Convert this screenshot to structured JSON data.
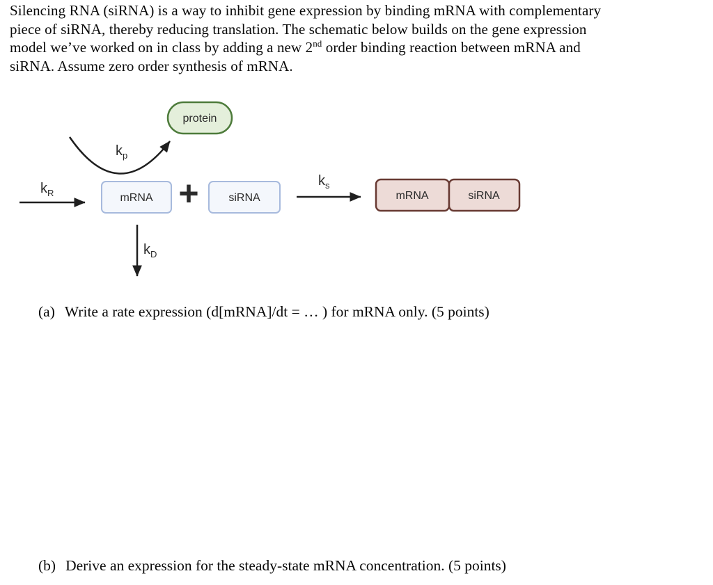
{
  "intro": {
    "line1": "Silencing RNA (siRNA) is a way to inhibit gene expression by binding mRNA with complementary",
    "line2": "piece of siRNA, thereby reducing translation. The schematic below builds on the gene expression",
    "line3_before_sup": "model we’ve worked on in class by adding a new 2",
    "line3_sup": "nd",
    "line3_after_sup": " order binding reaction between mRNA and",
    "line4": "siRNA. Assume zero order synthesis of mRNA."
  },
  "diagram": {
    "protein": {
      "label": "protein",
      "fill": "#e4efdb",
      "border": "#4d7b3b"
    },
    "mrna": {
      "label": "mRNA",
      "fill": "#f4f7fc",
      "border": "#a7badd"
    },
    "plus": "+",
    "sirna": {
      "label": "siRNA",
      "fill": "#f4f7fc",
      "border": "#a7badd"
    },
    "complex": {
      "mrna_label": "mRNA",
      "sirna_label": "siRNA",
      "fill": "#eddbd7",
      "border": "#683a33"
    },
    "rates": {
      "kR": {
        "base": "k",
        "sub": "R"
      },
      "kp": {
        "base": "k",
        "sub": "p"
      },
      "ks": {
        "base": "k",
        "sub": "s"
      },
      "kD": {
        "base": "k",
        "sub": "D"
      }
    },
    "arrow_color": "#1f1f1f"
  },
  "questions": {
    "a": {
      "label": "(a)",
      "text": "Write a rate expression (d[mRNA]/dt = … ) for mRNA only. (5 points)"
    },
    "b": {
      "label": "(b)",
      "text": "Derive an expression for the steady-state mRNA concentration. (5 points)"
    }
  }
}
